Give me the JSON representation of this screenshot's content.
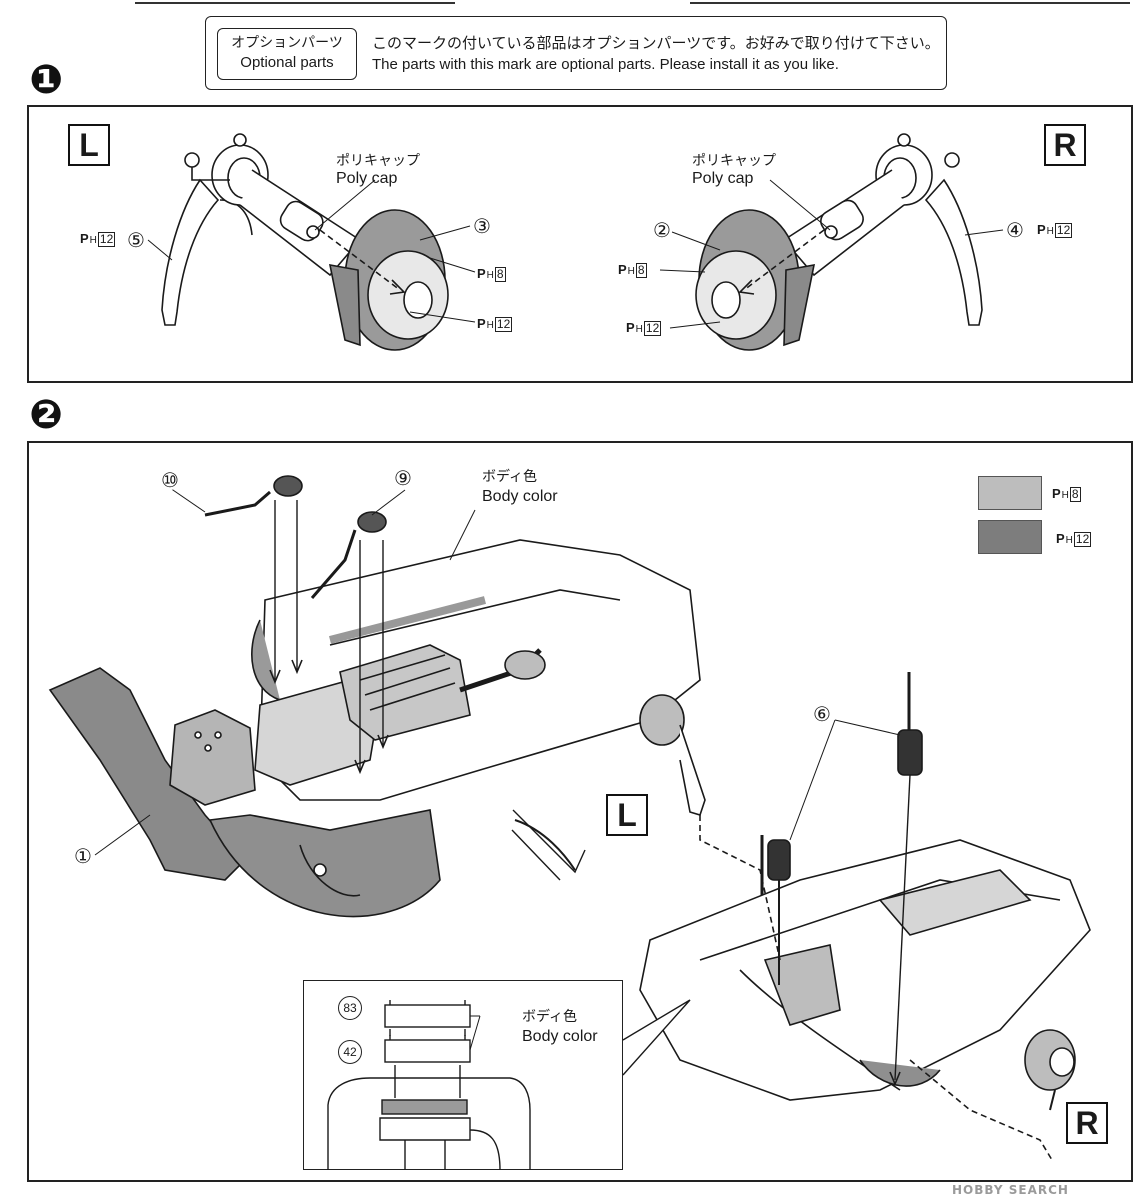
{
  "optional_notice": {
    "badge_jp": "オプションパーツ",
    "badge_en": "Optional parts",
    "text_jp": "このマークの付いている部品はオプションパーツです。お好みで取り付けて下さい。",
    "text_en": "The parts with this mark are optional parts. Please install it as you like."
  },
  "steps": [
    {
      "number": "❶",
      "left_label": "L",
      "right_label": "R",
      "left": {
        "polycap_jp": "ポリキャップ",
        "polycap_en": "Poly cap",
        "part_3": "③",
        "part_5": "⑤",
        "ph_p": "P",
        "ph_h": "H",
        "ph_a": "12",
        "ph_b": "8",
        "ph_c": "12"
      },
      "right": {
        "polycap_jp": "ポリキャップ",
        "polycap_en": "Poly cap",
        "part_2": "②",
        "part_4": "④",
        "ph_a": "8",
        "ph_b": "12",
        "ph_c": "12"
      }
    },
    {
      "number": "❷",
      "left_label": "L",
      "right_label": "R",
      "parts": {
        "p1": "①",
        "p6": "⑥",
        "p9": "⑨",
        "p10": "⑩",
        "p42": "42",
        "p83": "83"
      },
      "body_color_jp": "ボディ色",
      "body_color_en": "Body color",
      "inset_body_color_jp": "ボディ色",
      "inset_body_color_en": "Body color"
    }
  ],
  "legend": [
    {
      "ph_p": "P",
      "ph_h": "H",
      "num": "8",
      "color": "#bdbdbd"
    },
    {
      "ph_p": "P",
      "ph_h": "H",
      "num": "12",
      "color": "#7d7d7d"
    }
  ],
  "watermark": "HOBBY SEARCH",
  "colors": {
    "ph8": "#bdbdbd",
    "ph12": "#7d7d7d",
    "line": "#1a1a1a"
  }
}
